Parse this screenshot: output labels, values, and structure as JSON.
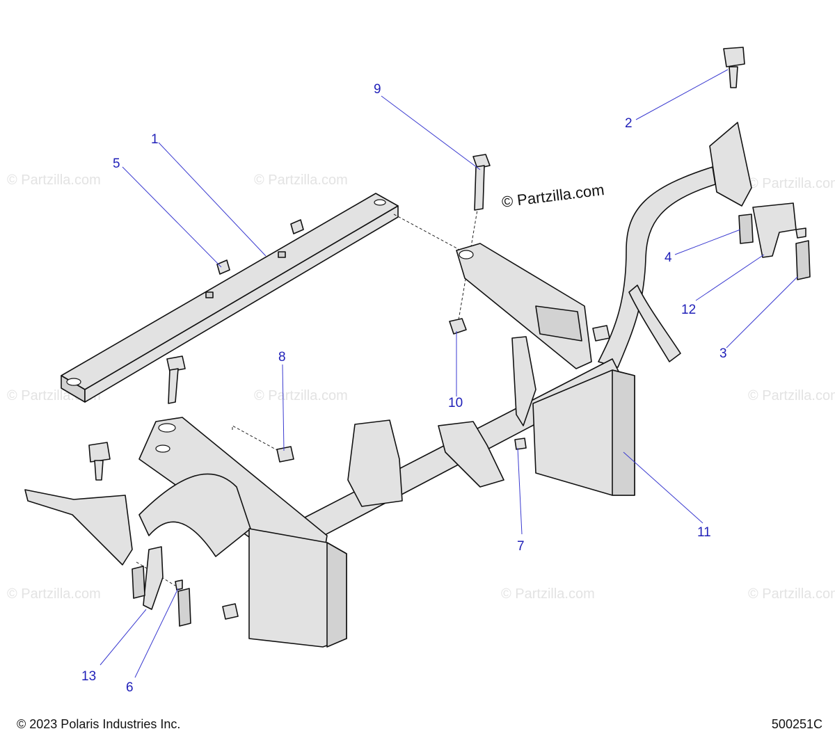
{
  "watermark_center": "© Partzilla.com",
  "watermark_repeat": "© Partzilla.com",
  "copyright": "© 2023 Polaris Industries Inc.",
  "diagram_code": "500251C",
  "callouts": [
    "1",
    "2",
    "3",
    "4",
    "5",
    "6",
    "7",
    "8",
    "9",
    "10",
    "11",
    "12",
    "13"
  ],
  "colors": {
    "callout": "#1f1fb8",
    "line": "#111111",
    "part_fill": "#e2e2e2"
  }
}
